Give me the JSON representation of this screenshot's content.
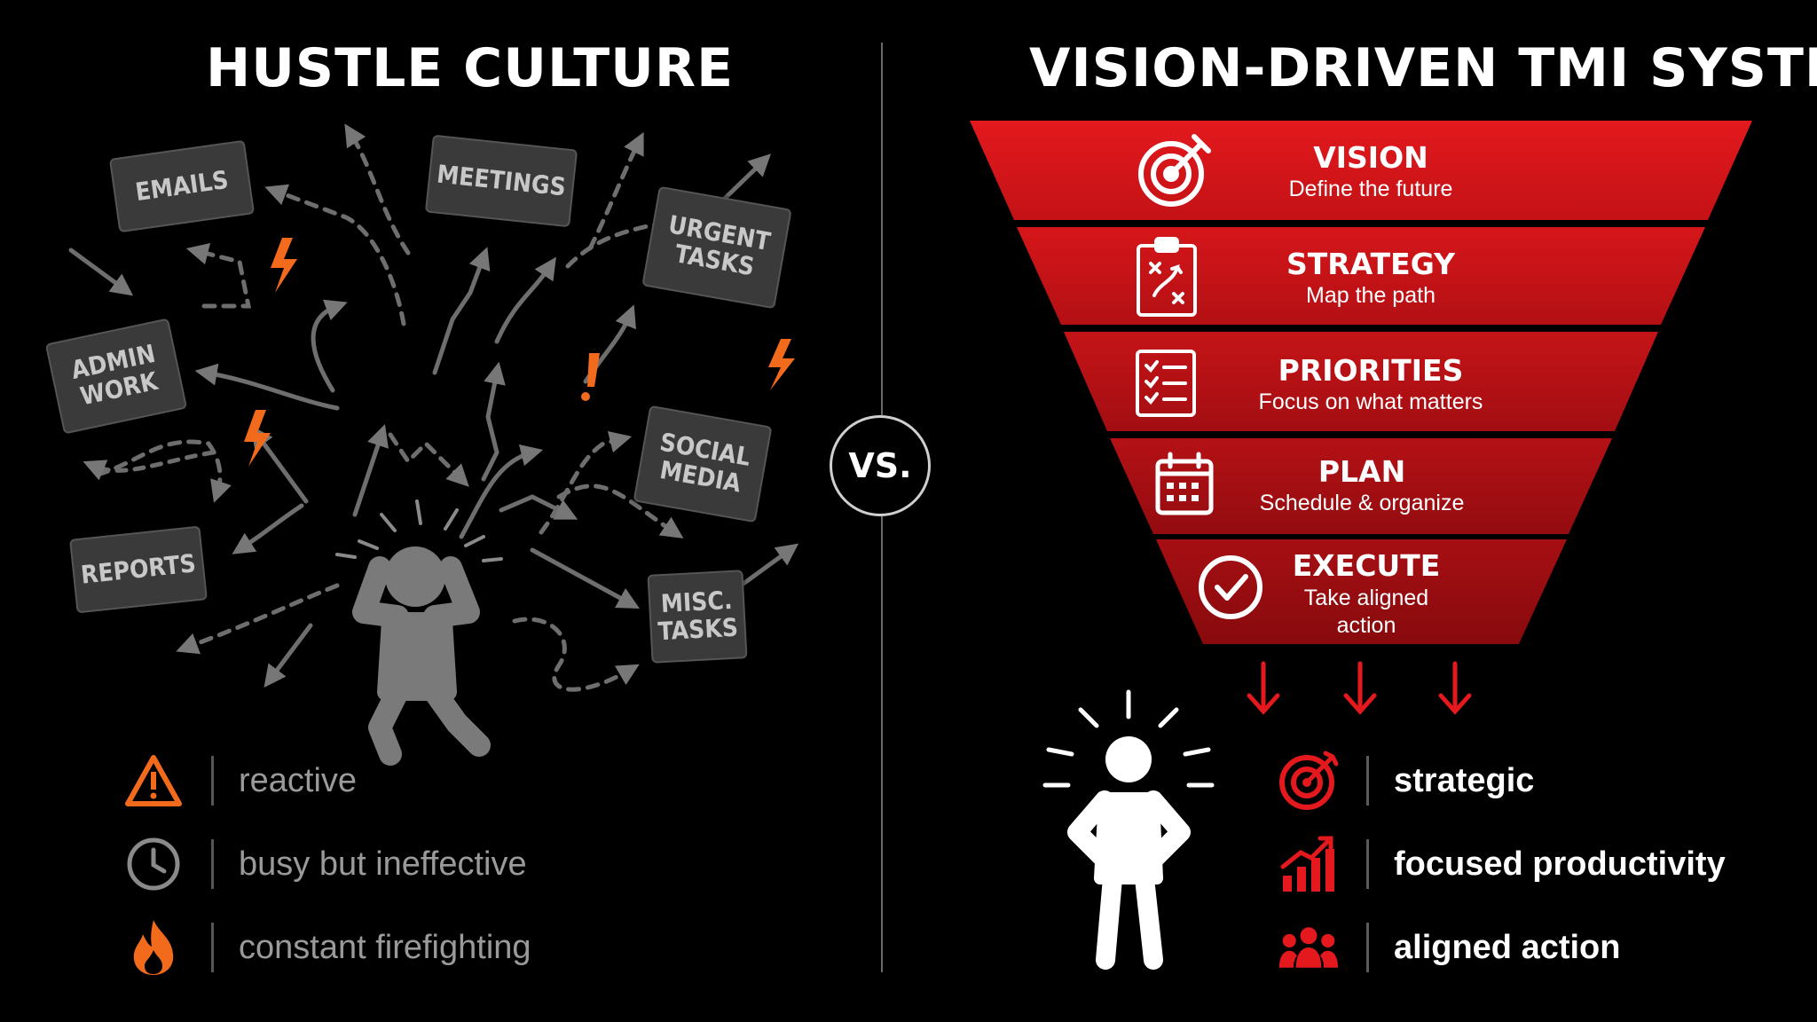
{
  "left": {
    "title": "HUSTLE CULTURE",
    "chips": [
      {
        "label": "EMAILS"
      },
      {
        "label": "MEETINGS"
      },
      {
        "label": "URGENT\nTASKS"
      },
      {
        "label": "ADMIN\nWORK"
      },
      {
        "label": "SOCIAL\nMEDIA"
      },
      {
        "label": "REPORTS"
      },
      {
        "label": "MISC.\nTASKS"
      }
    ],
    "traits": [
      {
        "icon": "warning-icon",
        "label": "reactive"
      },
      {
        "icon": "clock-icon",
        "label": "busy but ineffective"
      },
      {
        "icon": "fire-icon",
        "label": "constant firefighting"
      }
    ]
  },
  "vs_label": "VS.",
  "right": {
    "title": "VISION-DRIVEN TMI SYSTEM",
    "tiers": [
      {
        "name": "VISION",
        "desc": "Define the future",
        "icon": "target-icon"
      },
      {
        "name": "STRATEGY",
        "desc": "Map the path",
        "icon": "clipboard-strategy-icon"
      },
      {
        "name": "PRIORITIES",
        "desc": "Focus on what matters",
        "icon": "checklist-icon"
      },
      {
        "name": "PLAN",
        "desc": "Schedule & organize",
        "icon": "calendar-icon"
      },
      {
        "name": "EXECUTE",
        "desc": "Take aligned\naction",
        "icon": "check-circle-icon"
      }
    ],
    "traits": [
      {
        "icon": "target-icon",
        "label": "strategic"
      },
      {
        "icon": "growth-chart-icon",
        "label": "focused productivity"
      },
      {
        "icon": "team-icon",
        "label": "aligned action"
      }
    ]
  },
  "colors": {
    "accent_red": "#d4161b",
    "dark_red": "#9e0c0f",
    "warning_orange": "#f26a1b",
    "chip_gray": "#3a3a3a",
    "muted_text": "#9a9a9a"
  }
}
